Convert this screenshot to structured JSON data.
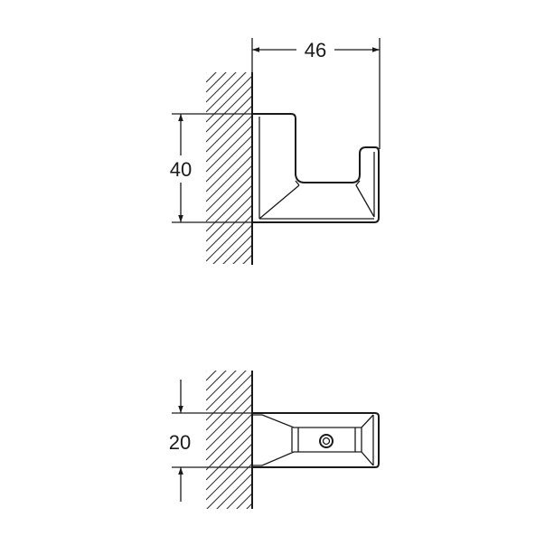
{
  "dimensions": {
    "width_label": "46",
    "height_label": "40",
    "depth_label": "20"
  },
  "views": [
    "side-view",
    "top-view"
  ],
  "colors": {
    "line": "#1a1a1a",
    "background": "#ffffff"
  }
}
